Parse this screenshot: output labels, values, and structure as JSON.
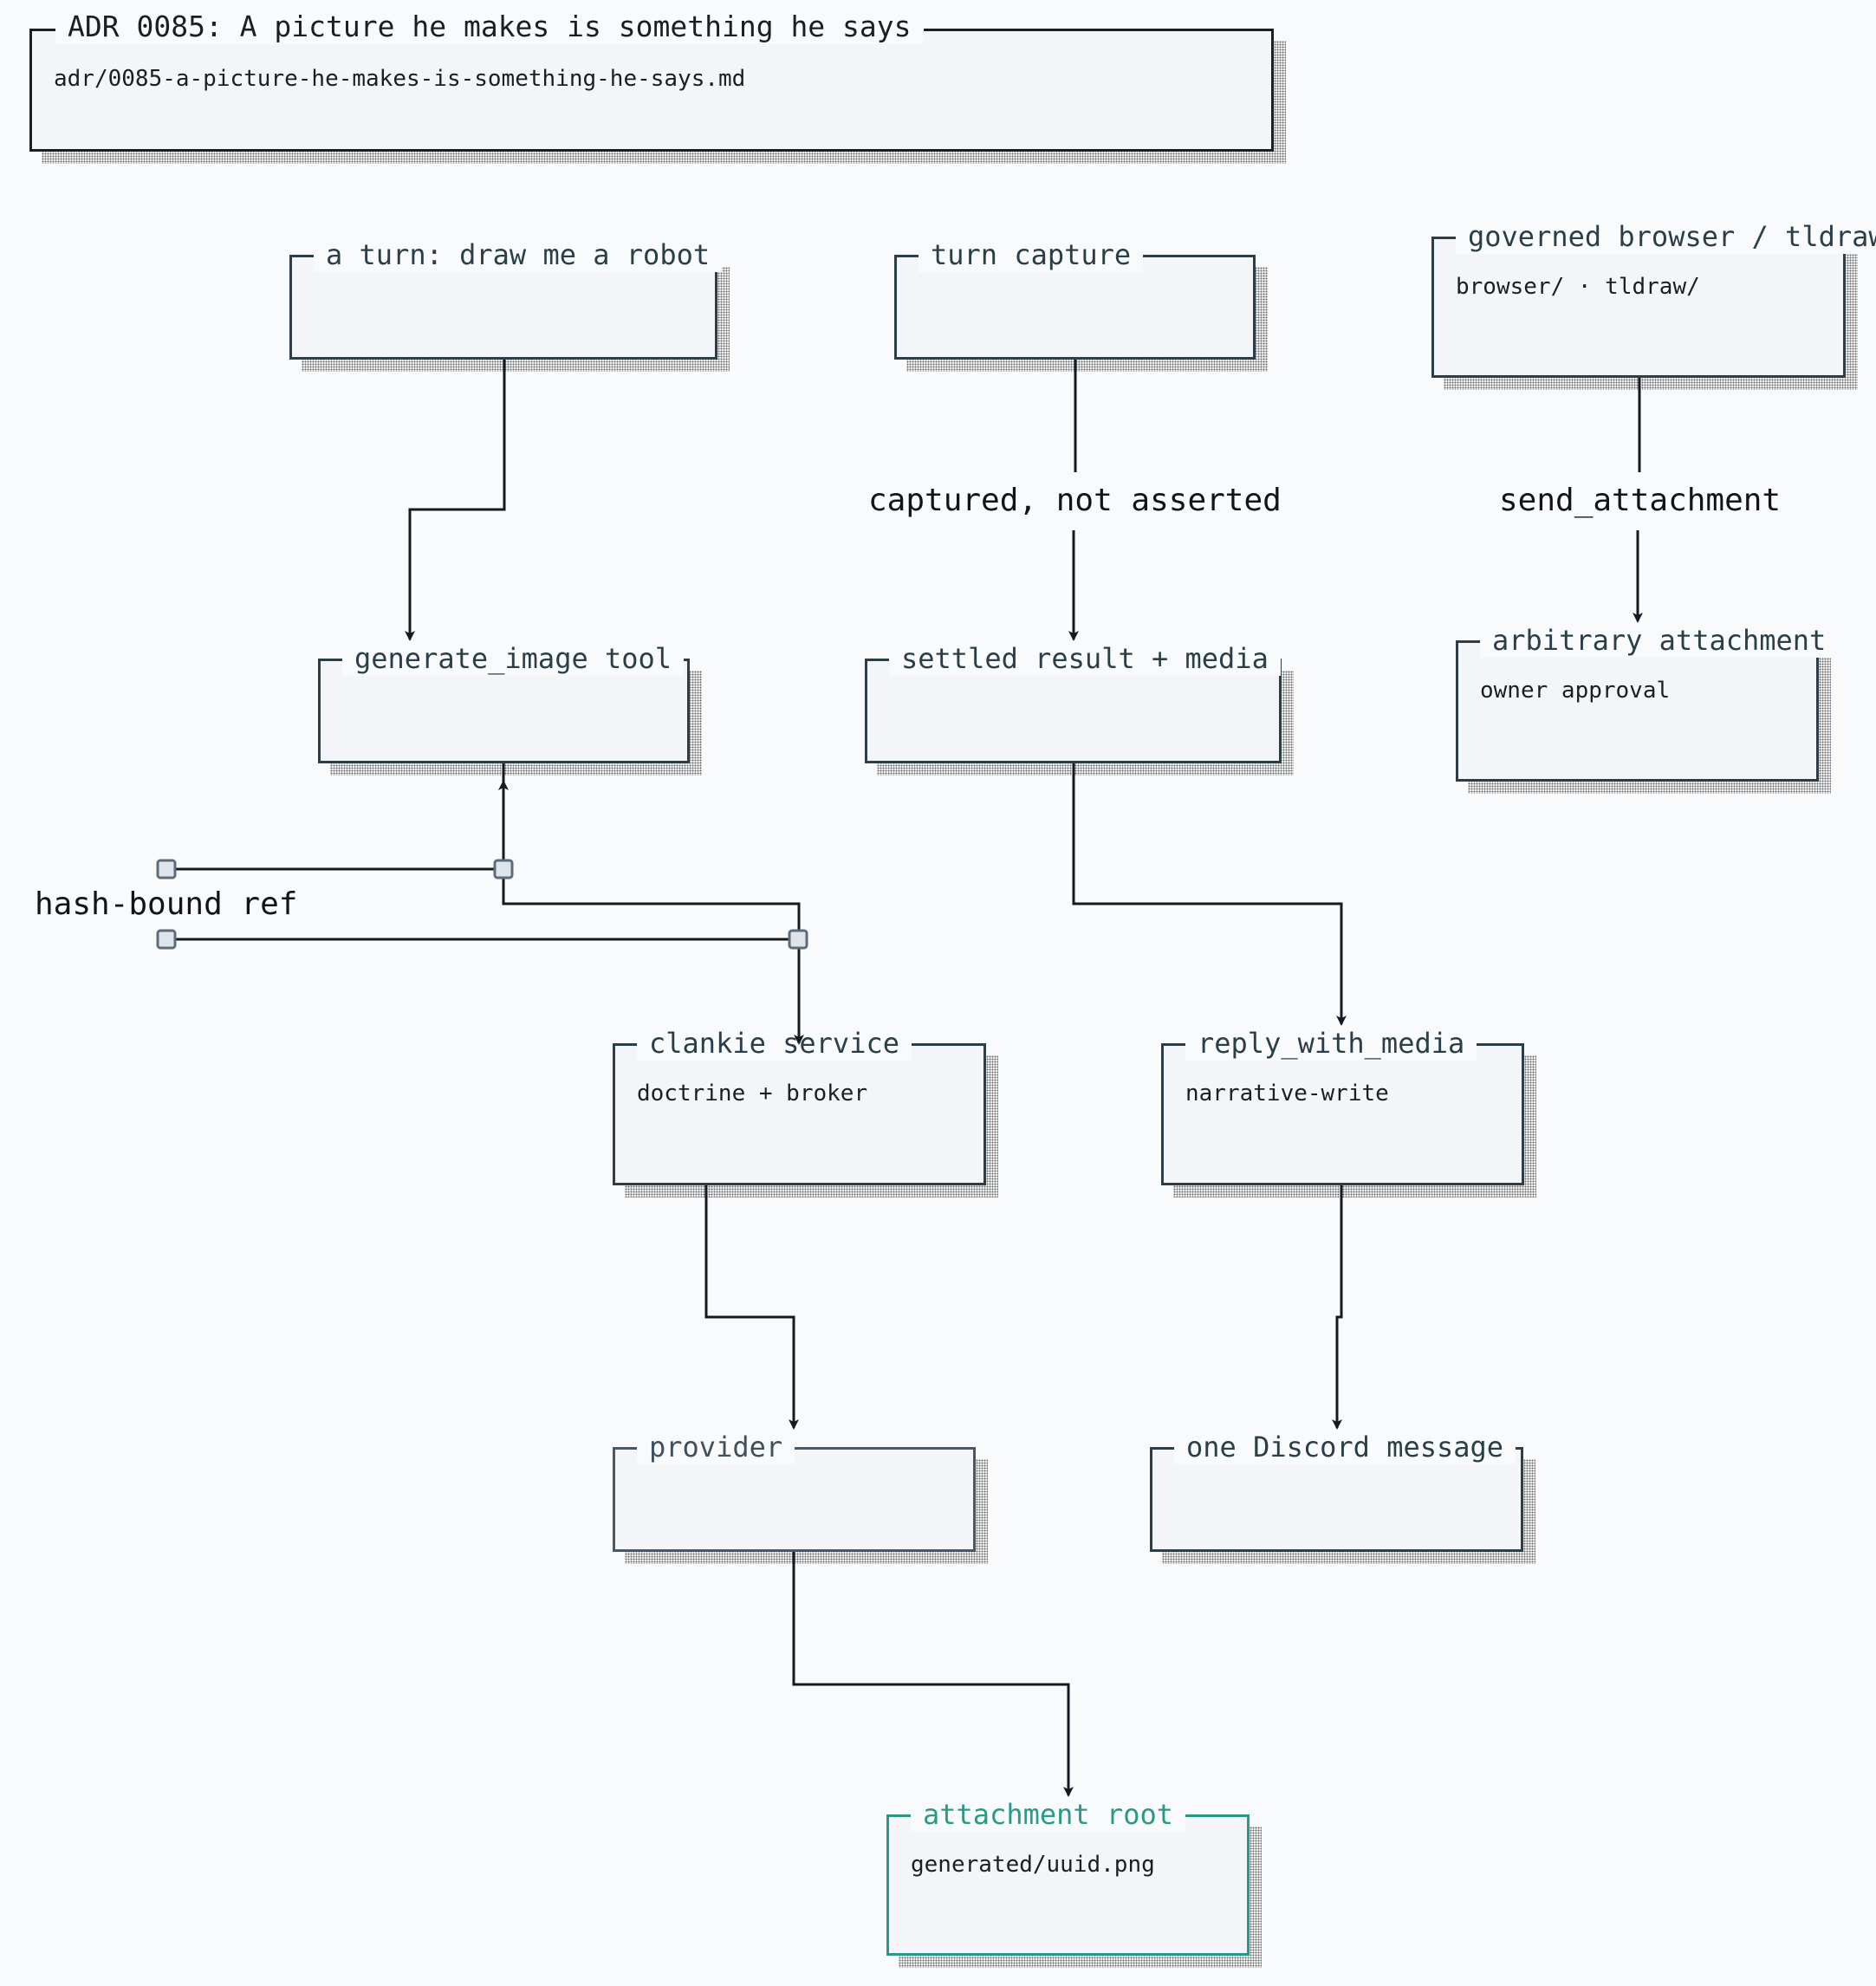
{
  "adr": {
    "title": "ADR 0085: A picture he makes is something he says",
    "path": "adr/0085-a-picture-he-makes-is-something-he-says.md"
  },
  "nodes": {
    "turn": {
      "title": "a turn: draw me a robot"
    },
    "turn_capture": {
      "title": "turn capture"
    },
    "governed_browser": {
      "title": "governed browser / tldraw",
      "sub": "browser/ · tldraw/"
    },
    "generate_image": {
      "title": "generate_image tool"
    },
    "settled_result": {
      "title": "settled result + media"
    },
    "arbitrary_attachment": {
      "title": "arbitrary attachment",
      "sub": "owner approval"
    },
    "clankie_service": {
      "title": "clankie service",
      "sub": "doctrine + broker"
    },
    "reply_with_media": {
      "title": "reply_with_media",
      "sub": "narrative-write"
    },
    "provider": {
      "title": "provider"
    },
    "discord_message": {
      "title": "one Discord message"
    },
    "attachment_root": {
      "title": "attachment root",
      "sub": "generated/uuid.png"
    }
  },
  "edge_labels": {
    "captured": "captured, not asserted",
    "send_attachment": "send_attachment",
    "hash_bound": "hash-bound ref"
  },
  "colors": {
    "background": "#f9fafc",
    "node_border": "#2d3e47",
    "accent": "#2a9a86",
    "wire": "#151a22",
    "port": "#5b6b7a"
  }
}
